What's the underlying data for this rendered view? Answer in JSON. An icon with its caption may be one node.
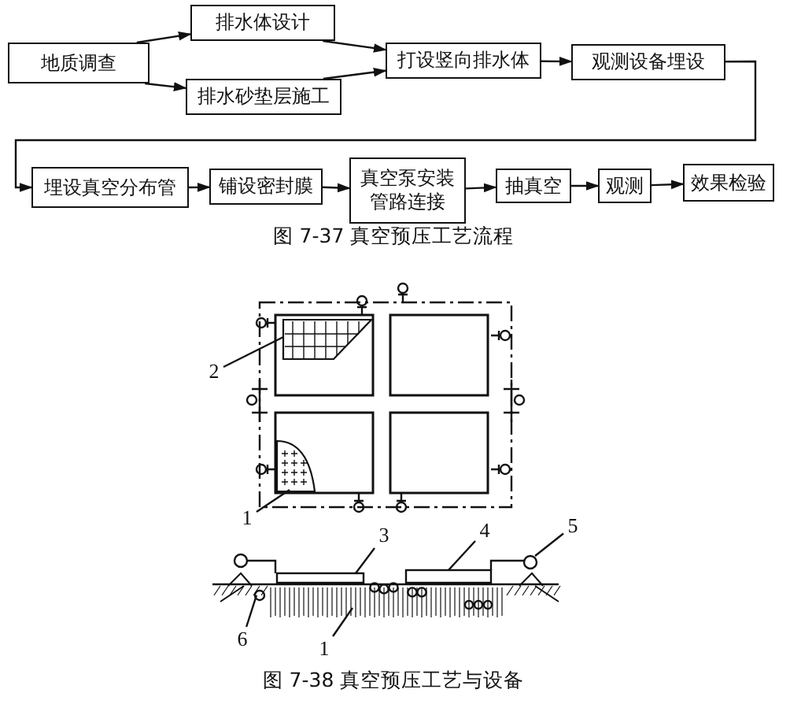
{
  "diagram": {
    "nodes": [
      {
        "text": [
          "地质调查"
        ]
      },
      {
        "text": [
          "排水体设计"
        ]
      },
      {
        "text": [
          "排水砂垫层施工"
        ]
      },
      {
        "text": [
          "打设竖向排水体"
        ]
      },
      {
        "text": [
          "观测设备埋设"
        ]
      },
      {
        "text": [
          "埋设真空分布管"
        ]
      },
      {
        "text": [
          "铺设密封膜"
        ]
      },
      {
        "text": [
          "真空泵安装管路连接"
        ]
      },
      {
        "text": [
          "抽真空"
        ]
      },
      {
        "text": [
          "观测"
        ]
      },
      {
        "text": [
          "效果检验"
        ]
      },
      {
        "text": [
          "2"
        ]
      },
      {
        "text": [
          "1"
        ]
      },
      {
        "text": [
          "3"
        ]
      },
      {
        "text": [
          "4"
        ]
      },
      {
        "text": [
          "5"
        ]
      },
      {
        "text": [
          "6"
        ]
      },
      {
        "text": [
          "1"
        ]
      },
      {
        "text": [],
        "shape": "region"
      },
      {
        "text": [],
        "shape": "region"
      },
      {
        "text": [],
        "shape": "circle"
      },
      {
        "text": [],
        "shape": "box"
      },
      {
        "text": [],
        "shape": "box"
      },
      {
        "text": [],
        "shape": "circle"
      },
      {
        "text": [],
        "shape": "region"
      }
    ],
    "edges": [
      {
        "from": 0,
        "to": 1,
        "arrow": "to"
      },
      {
        "from": 0,
        "to": 2,
        "arrow": "to"
      },
      {
        "from": 1,
        "to": 3,
        "arrow": "to"
      },
      {
        "from": 2,
        "to": 3,
        "arrow": "to"
      },
      {
        "from": 3,
        "to": 4,
        "arrow": "to"
      },
      {
        "from": 4,
        "to": 5,
        "arrow": "to"
      },
      {
        "from": 5,
        "to": 6,
        "arrow": "to"
      },
      {
        "from": 6,
        "to": 7,
        "arrow": "to"
      },
      {
        "from": 7,
        "to": 8,
        "arrow": "to"
      },
      {
        "from": 8,
        "to": 9,
        "arrow": "to"
      },
      {
        "from": 9,
        "to": 10,
        "arrow": "to"
      },
      {
        "from": 11,
        "to": 18,
        "arrow": "none"
      },
      {
        "from": 12,
        "to": 19,
        "arrow": "none"
      },
      {
        "from": 13,
        "to": 21,
        "arrow": "none"
      },
      {
        "from": 14,
        "to": 22,
        "arrow": "none"
      },
      {
        "from": 15,
        "to": 20,
        "arrow": "none"
      },
      {
        "from": 16,
        "to": 23,
        "arrow": "none"
      },
      {
        "from": 17,
        "to": 24,
        "arrow": "none"
      }
    ],
    "labels": [
      "图 7-37 真空预压工艺流程",
      "图 7-38 真空预压工艺与设备"
    ]
  }
}
